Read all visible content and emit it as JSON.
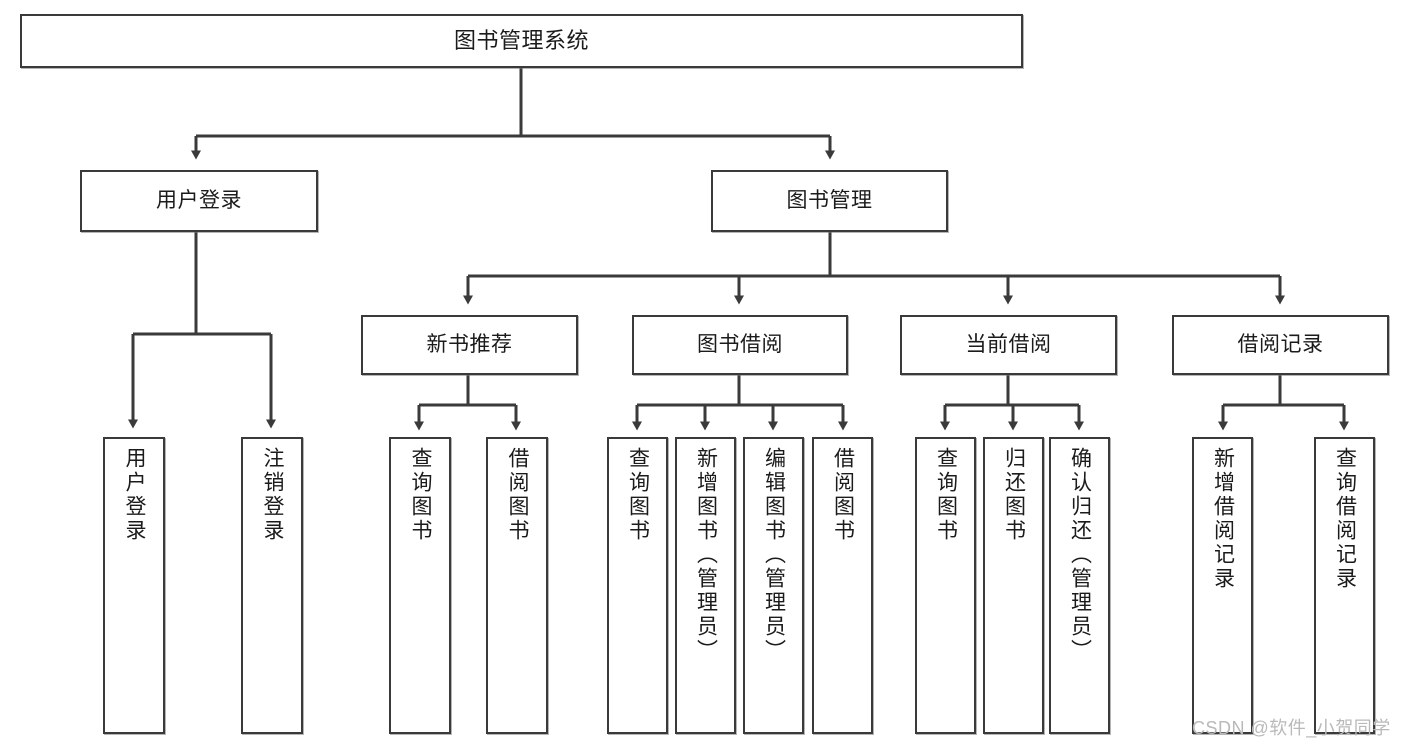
{
  "diagram": {
    "type": "tree-hierarchy",
    "title": "图书管理系统",
    "watermark": "CSDN @软件_小贺同学",
    "colors": {
      "box_border": "#3a3a3a",
      "box_fill": "#ffffff",
      "connector": "#3a3a3a",
      "text": "#1b1b1b",
      "watermark": "#b9b9b9",
      "background": "#ffffff"
    },
    "nodes": {
      "root": {
        "label": "图书管理系统"
      },
      "level2": [
        {
          "id": "user-login",
          "label": "用户登录"
        },
        {
          "id": "book-management",
          "label": "图书管理"
        }
      ],
      "level3": [
        {
          "id": "new-book-recommend",
          "label": "新书推荐"
        },
        {
          "id": "book-borrow",
          "label": "图书借阅"
        },
        {
          "id": "current-borrow",
          "label": "当前借阅"
        },
        {
          "id": "borrow-record",
          "label": "借阅记录"
        }
      ],
      "leaves": {
        "user-login": [
          {
            "id": "leaf-user-login",
            "label": "用户登录"
          },
          {
            "id": "leaf-logout",
            "label": "注销登录"
          }
        ],
        "new-book-recommend": [
          {
            "id": "leaf-query-book-1",
            "label": "查询图书"
          },
          {
            "id": "leaf-borrow-book-1",
            "label": "借阅图书"
          }
        ],
        "book-borrow": [
          {
            "id": "leaf-query-book-2",
            "label": "查询图书"
          },
          {
            "id": "leaf-add-book",
            "label": "新增图书（管理员）"
          },
          {
            "id": "leaf-edit-book",
            "label": "编辑图书（管理员）"
          },
          {
            "id": "leaf-borrow-book-2",
            "label": "借阅图书"
          }
        ],
        "current-borrow": [
          {
            "id": "leaf-query-book-3",
            "label": "查询图书"
          },
          {
            "id": "leaf-return-book",
            "label": "归还图书"
          },
          {
            "id": "leaf-confirm-return",
            "label": "确认归还（管理员）"
          }
        ],
        "borrow-record": [
          {
            "id": "leaf-add-record",
            "label": "新增借阅记录"
          },
          {
            "id": "leaf-query-record",
            "label": "查询借阅记录"
          }
        ]
      }
    }
  }
}
